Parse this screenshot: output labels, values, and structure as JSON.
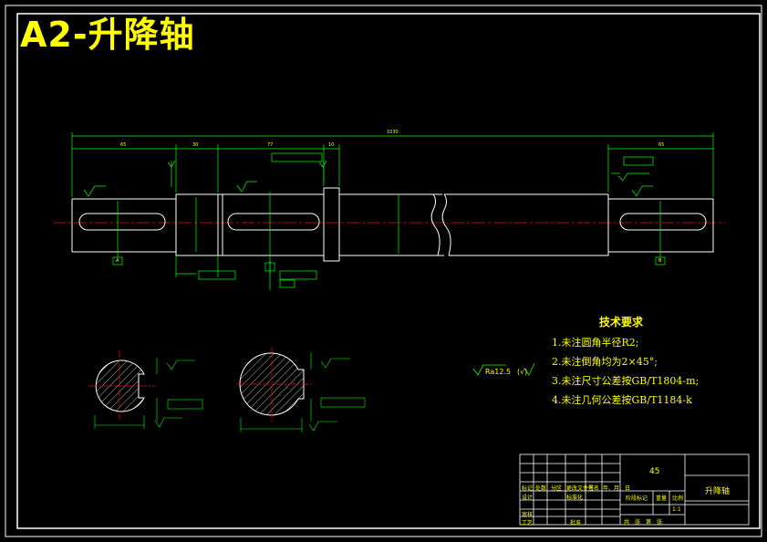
{
  "title": "A2-升降轴",
  "technical_requirements": {
    "heading": "技术要求",
    "items": [
      "1.未注圆角半径R2;",
      "2.未注倒角均为2×45°;",
      "3.未注尺寸公差按GB/T1804-m;",
      "4.未注几何公差按GB/T1184-k"
    ]
  },
  "general_roughness": {
    "value": "Ra12.5",
    "symbol": "(√)"
  },
  "dimensions": {
    "overall_length": "1030",
    "seg_left": "65",
    "seg_b": "30",
    "seg_c": "77",
    "seg_d": "10",
    "seg_right": "65"
  },
  "section_labels": {
    "left": "A",
    "right": "B"
  },
  "title_block": {
    "part_name": "升降轴",
    "material": "45",
    "scale": "1:1",
    "grid_labels": [
      "标记",
      "处数",
      "分区",
      "更改文件号",
      "签名",
      "年、月、日",
      "设计",
      "标准化",
      "阶段标记",
      "重量",
      "比例",
      "审核",
      "工艺",
      "批准",
      "共",
      "张",
      "第",
      "张"
    ]
  },
  "colors": {
    "background": "#000000",
    "outline": "#ffffff",
    "dimension": "#00ff00",
    "centerline": "#ff0000",
    "text": "#ffff00"
  }
}
